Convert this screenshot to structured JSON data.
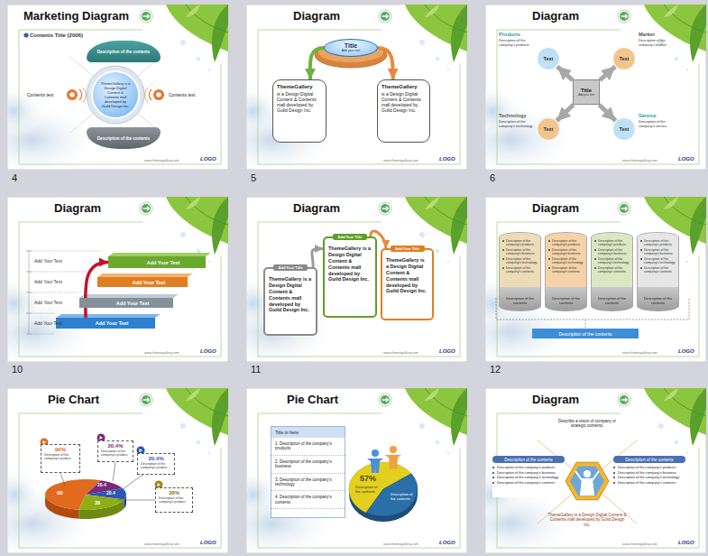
{
  "diagram": {
    "nodes": [
      {
        "text": [
          "Marketing Diagram"
        ]
      },
      {
        "text": [
          "Description of the contents"
        ],
        "in": 0
      },
      {
        "text": [
          "ThemeGallery is a Design Digital Content & Contents mall developed by Guild Design Inc."
        ],
        "in": 0
      },
      {
        "text": [
          "Description of the contents"
        ],
        "in": 0
      },
      {
        "text": [
          "Diagram"
        ]
      },
      {
        "text": [
          "Title",
          "Add your text"
        ],
        "in": 4
      },
      {
        "text": [
          "ThemeGallery",
          "is a Design Digital Content & Contents mall developed by Guild Design Inc."
        ],
        "in": 4
      },
      {
        "text": [
          "ThemeGallery",
          "is a Design Digital Content & Contents mall developed by Guild Design Inc."
        ],
        "in": 4
      },
      {
        "text": [
          "Diagram"
        ]
      },
      {
        "text": [
          "Text"
        ],
        "in": 8
      },
      {
        "text": [
          "Text"
        ],
        "in": 8
      },
      {
        "text": [
          "Title",
          "Add your text"
        ],
        "in": 8
      },
      {
        "text": [
          "Text"
        ],
        "in": 8
      },
      {
        "text": [
          "Text"
        ],
        "in": 8
      },
      {
        "text": [
          "Diagram"
        ]
      },
      {
        "text": [
          "Add Your Text"
        ],
        "in": 14
      },
      {
        "text": [
          "Add Your Text"
        ],
        "in": 14
      },
      {
        "text": [
          "Add Your Text"
        ],
        "in": 14
      },
      {
        "text": [
          "Add Your Text"
        ],
        "in": 14
      },
      {
        "text": [
          "Diagram"
        ]
      },
      {
        "text": [
          "Add Your Title",
          "ThemeGallery is a Design Digital Content & Contents mall developed by Guild Design Inc."
        ],
        "in": 19
      },
      {
        "text": [
          "Add Your Title",
          "ThemeGallery is a Design Digital Content & Contents mall developed by Guild Design Inc."
        ],
        "in": 19
      },
      {
        "text": [
          "Add Your Title",
          "ThemeGallery is a Design Digital Content & Contents mall developed by Guild Design Inc."
        ],
        "in": 19
      },
      {
        "text": [
          "Diagram"
        ]
      },
      {
        "text": [
          "Description of the company's products",
          "Description of the company's business",
          "Description of the company's technology",
          "Description of the company's contents",
          "Description of the contents"
        ],
        "in": 23
      },
      {
        "text": [
          "Description of the company's products",
          "Description of the company's business",
          "Description of the company's technology",
          "Description of the company's contents",
          "Description of the contents"
        ],
        "in": 23
      },
      {
        "text": [
          "Description of the company's products",
          "Description of the company's business",
          "Description of the company's technology",
          "Description of the company's contents",
          "Description of the contents"
        ],
        "in": 23
      },
      {
        "text": [
          "Description of the company's products",
          "Description of the company's business",
          "Description of the company's technology",
          "Description of the company's contents",
          "Description of the contents"
        ],
        "in": 23
      },
      {
        "text": [
          "Description of the contents"
        ],
        "in": 23
      },
      {
        "text": [
          "Pie Chart"
        ]
      },
      {
        "text": [
          "90%",
          "Description of the company's product."
        ],
        "in": 29
      },
      {
        "text": [
          "20.4%",
          "Description of the company's product."
        ],
        "in": 29
      },
      {
        "text": [
          "20.4%",
          "Description of the company's product."
        ],
        "in": 29
      },
      {
        "text": [
          "38%",
          "Description of the company's product."
        ],
        "in": 29
      },
      {
        "text": [
          "Pie Chart"
        ]
      },
      {
        "text": [
          "Title in here",
          "1. Description of the company's products",
          "2. Description of the company's business",
          "3. Description of the company's technology",
          "4. Description of the company's contents"
        ],
        "in": 34
      },
      {
        "text": [
          "Diagram"
        ]
      },
      {
        "text": [
          "Description of the contents",
          "Description of the company's products",
          "Description of the company's business",
          "Description of the company's technology",
          "Description of the company's contents"
        ],
        "in": 36
      },
      {
        "text": [
          "Description of the contents",
          "Description of the company's products",
          "Description of the company's business",
          "Description of the company's technology",
          "Description of the company's contents"
        ],
        "in": 36
      }
    ],
    "edges": [
      {
        "from": 5,
        "to": 6,
        "arrow": "to"
      },
      {
        "from": 5,
        "to": 7,
        "arrow": "to"
      },
      {
        "from": 11,
        "to": 9,
        "arrow": "to"
      },
      {
        "from": 11,
        "to": 10,
        "arrow": "to"
      },
      {
        "from": 11,
        "to": 12,
        "arrow": "to"
      },
      {
        "from": 11,
        "to": 13,
        "arrow": "to"
      },
      {
        "from": 18,
        "to": 15,
        "arrow": "to"
      },
      {
        "from": 20,
        "to": 21,
        "arrow": "to"
      },
      {
        "from": 21,
        "to": 22,
        "arrow": "to"
      }
    ],
    "labels": [
      "Contents Title (2006)",
      "Contents text",
      "Contents text",
      "www.themegallery.com",
      "LOGO",
      "www.themegallery.com",
      "LOGO",
      "Products",
      "Description of the company's products",
      "Market",
      "Description of the company's market",
      "Technology",
      "Description of the company's technology",
      "Service",
      "Description of the company's service",
      "www.themegallery.com",
      "LOGO",
      "Add Your Text",
      "Add Your Text",
      "Add Your Text",
      "Add Your Text",
      "www.themegallery.com",
      "LOGO",
      "www.themegallery.com",
      "LOGO",
      "www.themegallery.com",
      "LOGO",
      "90",
      "20.4",
      "20.4",
      "38",
      "www.themegallery.com",
      "LOGO",
      "57%",
      "Description of the contents",
      "Description of the contents",
      "www.themegallery.com",
      "LOGO",
      "Describe a vision of company or strategic contents.",
      "ThemeGallery is a Design Digital Content & Contents mall developed by Guild Design Inc.",
      "www.themegallery.com",
      "LOGO",
      "4",
      "5",
      "6",
      "10",
      "11",
      "12"
    ]
  }
}
